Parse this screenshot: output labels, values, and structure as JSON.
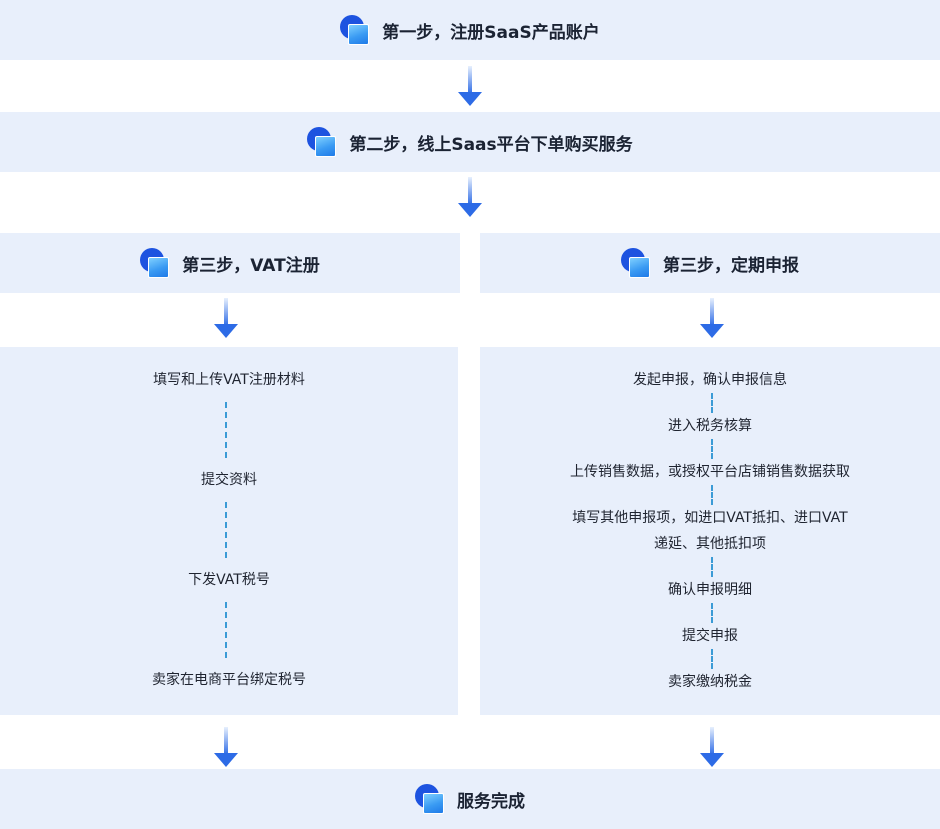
{
  "steps": {
    "step1": "第一步，注册SaaS产品账户",
    "step2": "第二步，线上Saas平台下单购买服务",
    "step3_left": "第三步，VAT注册",
    "step3_right": "第三步，定期申报",
    "final": "服务完成"
  },
  "left_items": [
    "填写和上传VAT注册材料",
    "提交资料",
    "下发VAT税号",
    "卖家在电商平台绑定税号"
  ],
  "right_items": [
    "发起申报，确认申报信息",
    "进入税务核算",
    "上传销售数据，或授权平台店铺销售数据获取",
    "填写其他申报项，如进口VAT抵扣、进口VAT",
    "递延、其他抵扣项",
    "确认申报明细",
    "提交申报",
    "卖家缴纳税金"
  ],
  "colors": {
    "band": "#e8effb",
    "logo_blue": "#1d53e0",
    "arrow_light": "#d9e7fb",
    "arrow_dark": "#2d6be6",
    "dash": "#3b9bd6"
  },
  "icons": {
    "step_logo": "saas-logo-icon",
    "connector": "arrow-down-icon"
  }
}
